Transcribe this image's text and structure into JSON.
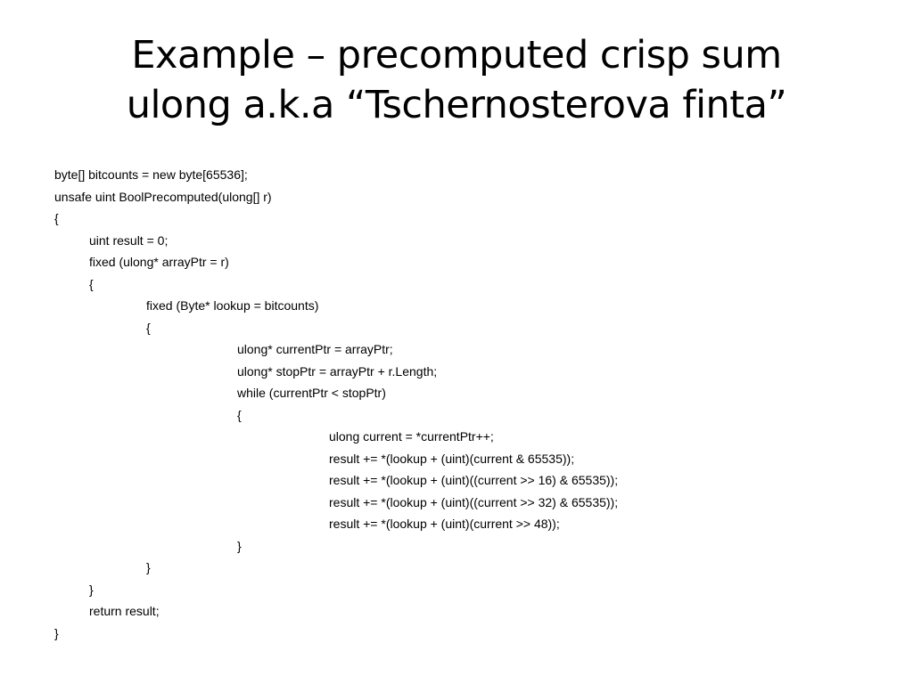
{
  "title": {
    "line1": "Example – precomputed crisp sum",
    "line2": "ulong a.k.a “Tschernosterova finta”"
  },
  "code": [
    {
      "indent": 0,
      "text": "byte[] bitcounts = new byte[65536];"
    },
    {
      "indent": 0,
      "text": "unsafe uint BoolPrecomputed(ulong[] r)"
    },
    {
      "indent": 0,
      "text": "{"
    },
    {
      "indent": 1,
      "text": "uint result = 0;"
    },
    {
      "indent": 1,
      "text": "fixed (ulong* arrayPtr = r)"
    },
    {
      "indent": 1,
      "text": "{"
    },
    {
      "indent": 2,
      "text": "fixed (Byte* lookup = bitcounts)"
    },
    {
      "indent": 2,
      "text": "{"
    },
    {
      "indent": 3,
      "text": "ulong* currentPtr = arrayPtr;"
    },
    {
      "indent": 3,
      "text": "ulong* stopPtr = arrayPtr + r.Length;"
    },
    {
      "indent": 3,
      "text": "while (currentPtr < stopPtr)"
    },
    {
      "indent": 3,
      "text": "{"
    },
    {
      "indent": 4,
      "text": "ulong current = *currentPtr++;"
    },
    {
      "indent": 4,
      "text": "result += *(lookup + (uint)(current & 65535));"
    },
    {
      "indent": 4,
      "text": "result += *(lookup + (uint)((current >> 16) & 65535));"
    },
    {
      "indent": 4,
      "text": "result += *(lookup + (uint)((current >> 32) & 65535));"
    },
    {
      "indent": 4,
      "text": "result += *(lookup + (uint)(current >> 48));"
    },
    {
      "indent": 3,
      "text": "}"
    },
    {
      "indent": 2,
      "text": "}"
    },
    {
      "indent": 1,
      "text": "}"
    },
    {
      "indent": 1,
      "text": "return result;"
    },
    {
      "indent": 0,
      "text": "}"
    }
  ]
}
